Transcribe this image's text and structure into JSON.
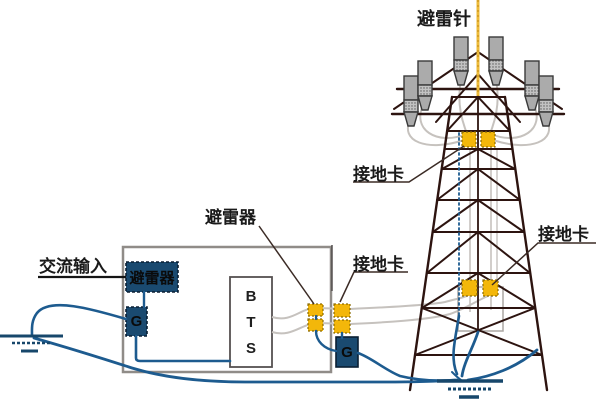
{
  "labels": {
    "lightning_rod": "避雷针",
    "clamp_top": "接地卡",
    "clamp_wall": "接地卡",
    "clamp_tower": "接地卡",
    "feeder_arrester": "避雷器",
    "ac_input": "交流输入",
    "ac_arrester": "避雷器",
    "g_left": "G",
    "g_right": "G",
    "bts": {
      "b": "B",
      "t": "T",
      "s": "S"
    }
  },
  "colors": {
    "equipment_navy": "#1A4A70",
    "cable_blue": "#1D5B8F",
    "clamp_yellow": "#F3B70A",
    "rod_gold": "#EDBB3A",
    "tower_brown": "#2D1410",
    "feeder_grey": "#C6C2BE",
    "building_grey": "#908C88",
    "label_black": "#1A1A1A"
  }
}
